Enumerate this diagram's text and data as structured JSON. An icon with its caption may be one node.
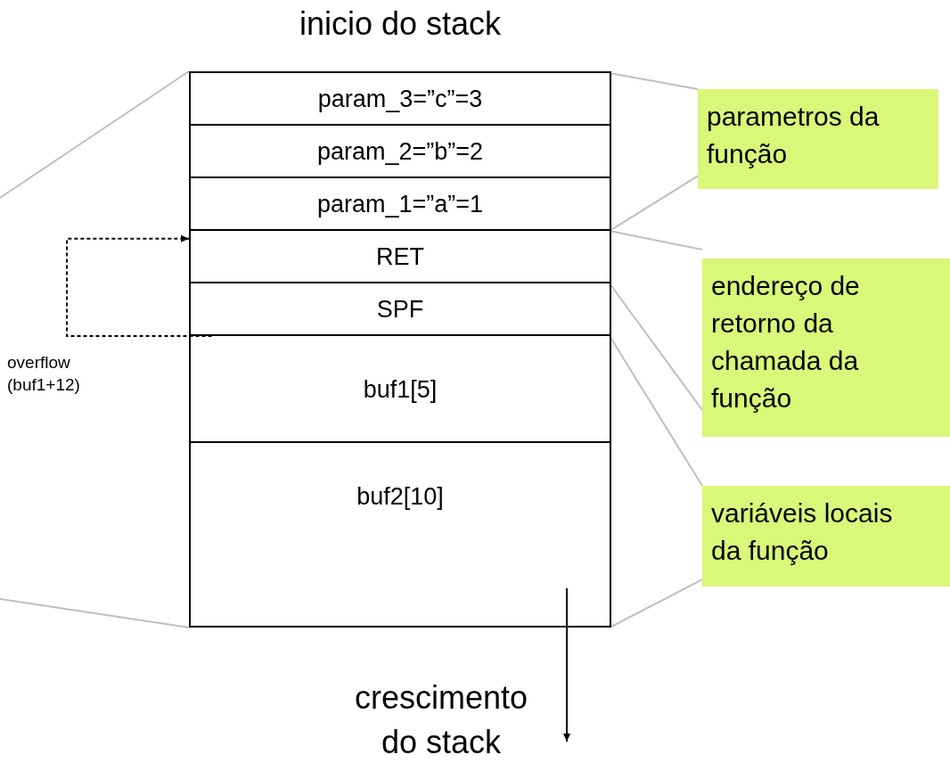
{
  "diagram": {
    "title": "inicio do stack",
    "nodes": [
      {
        "text": [],
        "shape": "box"
      },
      {
        "text": [
          "param_3=”c”=3"
        ],
        "in": 0
      },
      {
        "text": [
          "param_2=”b”=2"
        ],
        "in": 0
      },
      {
        "text": [
          "param_1=”a”=1"
        ],
        "in": 0
      },
      {
        "text": [
          "RET"
        ],
        "in": 0
      },
      {
        "text": [
          "SPF"
        ],
        "in": 0
      },
      {
        "text": [
          "buf1[5]"
        ],
        "in": 0
      },
      {
        "text": [
          "buf2[10]"
        ],
        "in": 0
      },
      {
        "text": [
          "parametros da função"
        ]
      },
      {
        "text": [
          "endereço de retorno da chamada da função"
        ]
      },
      {
        "text": [
          "variáveis locais da função"
        ]
      }
    ],
    "edges": [
      {
        "from": null,
        "to": 0,
        "arrow": "none"
      },
      {
        "from": null,
        "to": 0,
        "arrow": "none"
      },
      {
        "from": 8,
        "to": 1,
        "arrow": "none"
      },
      {
        "from": 8,
        "to": 3,
        "arrow": "none"
      },
      {
        "from": 9,
        "to": 4,
        "arrow": "none"
      },
      {
        "from": 9,
        "to": 4,
        "arrow": "none"
      },
      {
        "from": 10,
        "to": 6,
        "arrow": "none"
      },
      {
        "from": 10,
        "to": 7,
        "arrow": "none"
      },
      {
        "from": 6,
        "to": 4,
        "arrow": "to",
        "label": "overflow (buf1+12)",
        "style": "dashed",
        "color": "#000000"
      }
    ],
    "labels": [
      "crescimento do stack"
    ]
  }
}
